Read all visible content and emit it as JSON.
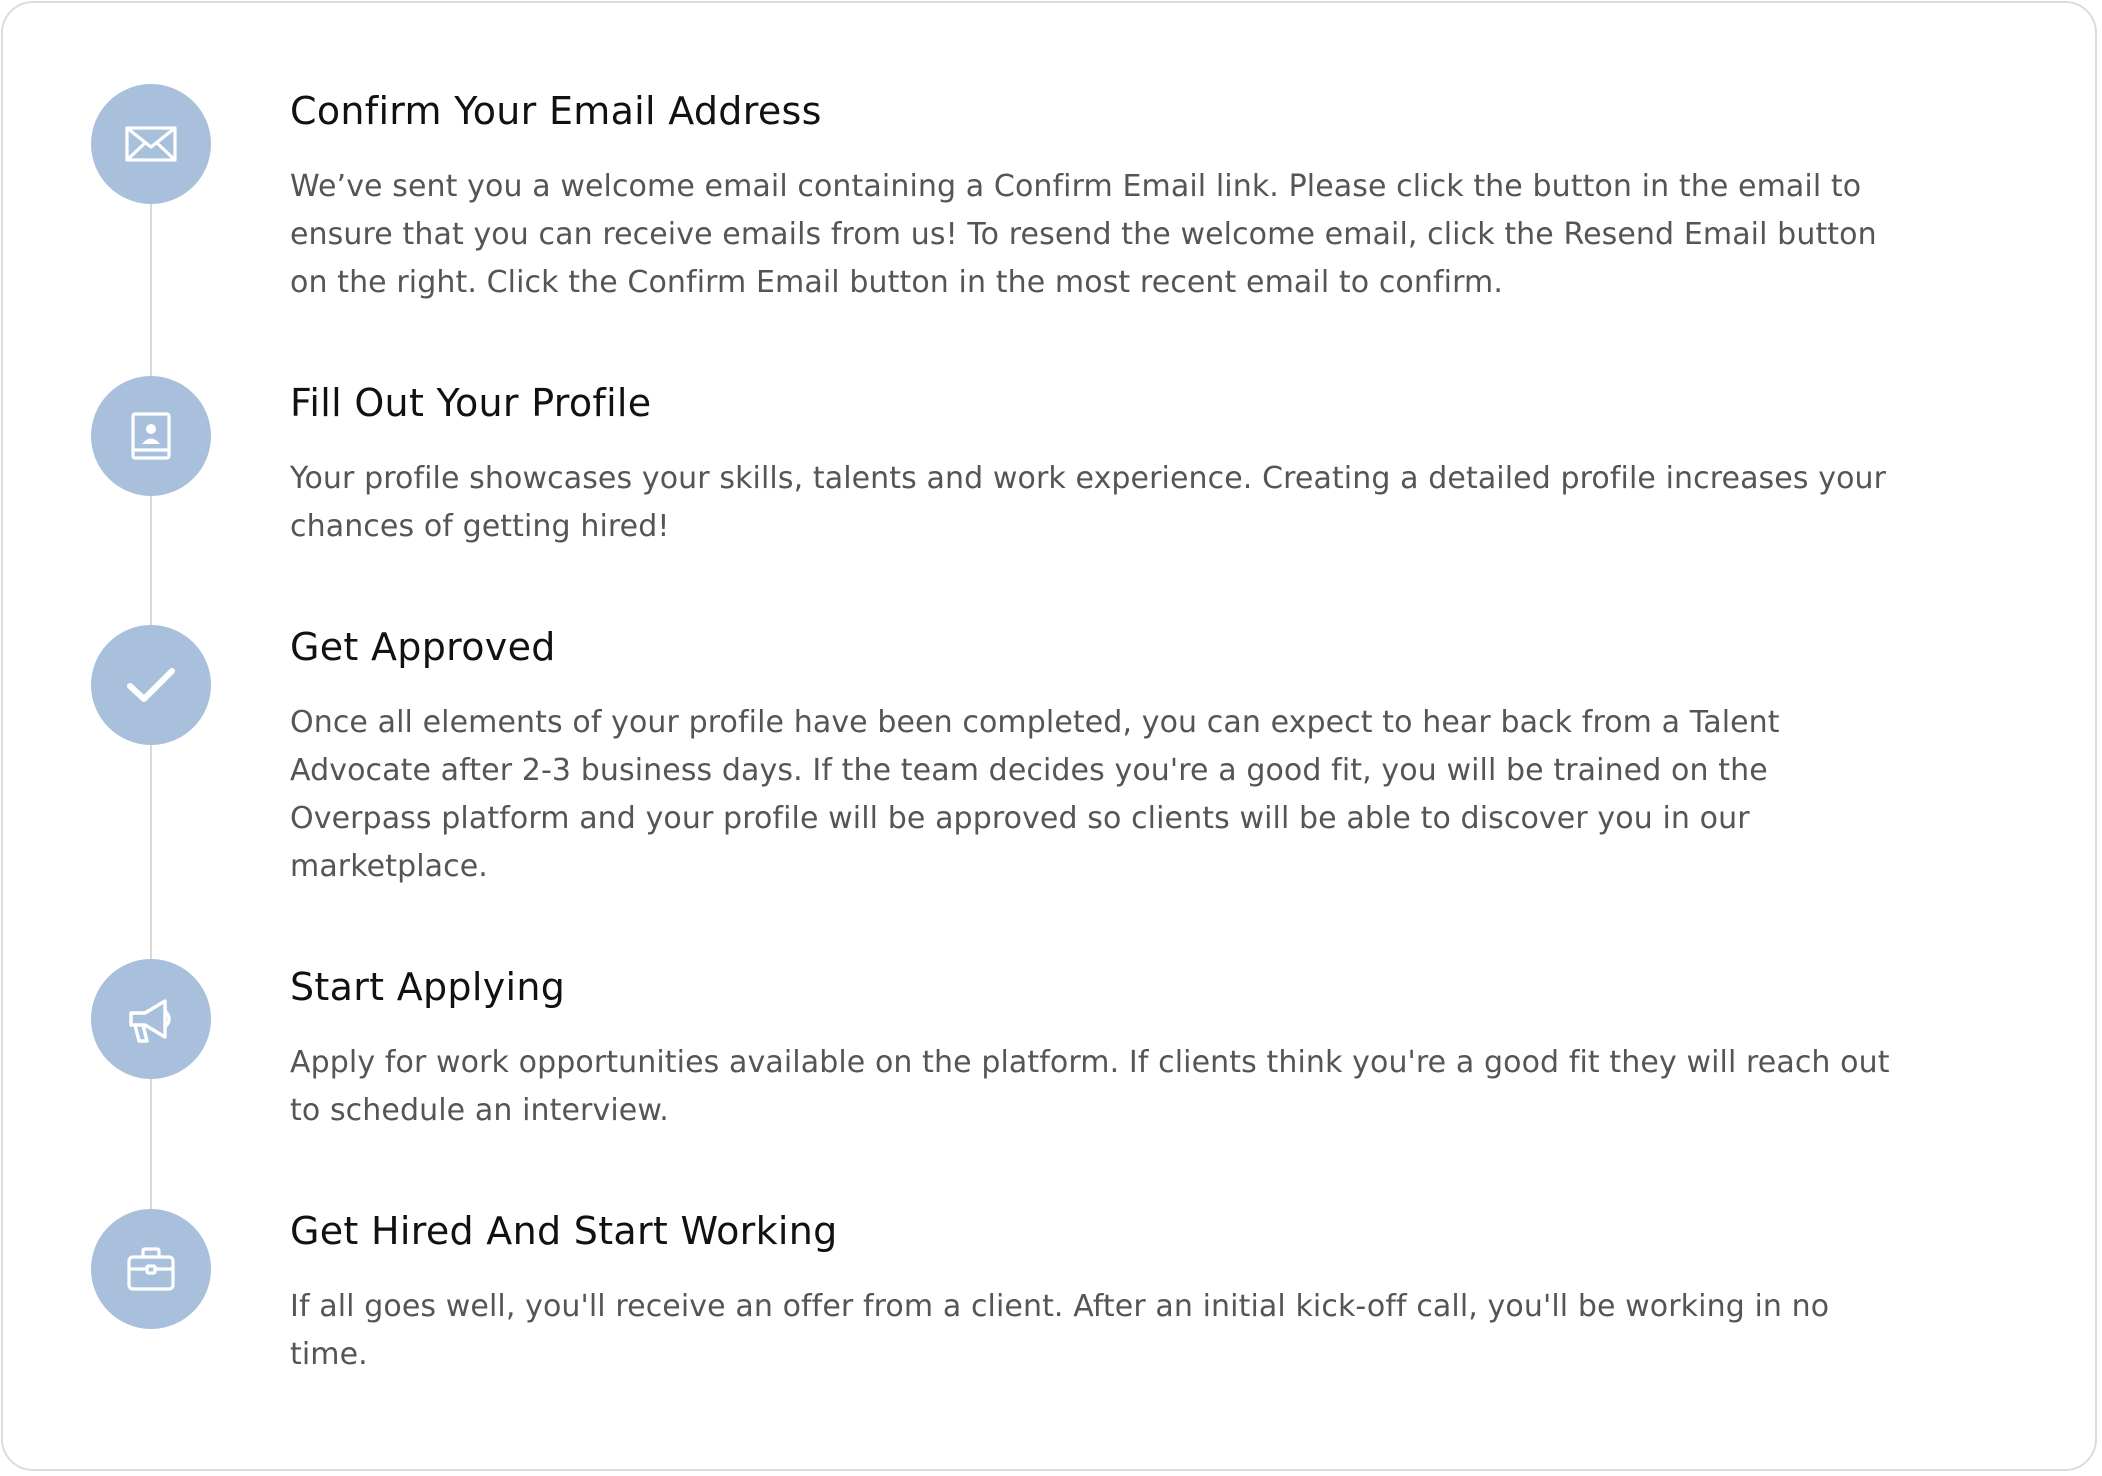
{
  "colors": {
    "icon_background": "#a8c0dc",
    "icon_foreground": "#ffffff",
    "title_text": "#111111",
    "body_text": "#555555",
    "timeline_line": "#d9d9d9"
  },
  "steps": [
    {
      "icon": "envelope-icon",
      "title": "Confirm Your Email Address",
      "description": "We’ve sent you a welcome email containing a Confirm Email link. Please click the button in the email to ensure that you can receive emails from us! To resend the welcome email, click the Resend Email button on the right. Click the Confirm Email button in the most recent email to confirm."
    },
    {
      "icon": "profile-card-icon",
      "title": "Fill Out Your Profile",
      "description": "Your profile showcases your skills, talents and work experience. Creating a detailed profile increases your chances of getting hired!"
    },
    {
      "icon": "checkmark-icon",
      "title": "Get Approved",
      "description": "Once all elements of your profile have been completed, you can expect to hear back from a Talent Advocate after 2-3 business days. If the team decides you're a good fit, you will be trained on the Overpass platform and your profile will be approved so clients will be able to discover you in our marketplace."
    },
    {
      "icon": "megaphone-icon",
      "title": "Start Applying",
      "description": "Apply for work opportunities available on the platform. If clients think you're a good fit they will reach out to schedule an interview."
    },
    {
      "icon": "briefcase-icon",
      "title": "Get Hired And Start Working",
      "description": "If all goes well, you'll receive an offer from a client. After an initial kick-off call, you'll be working in no time."
    }
  ]
}
